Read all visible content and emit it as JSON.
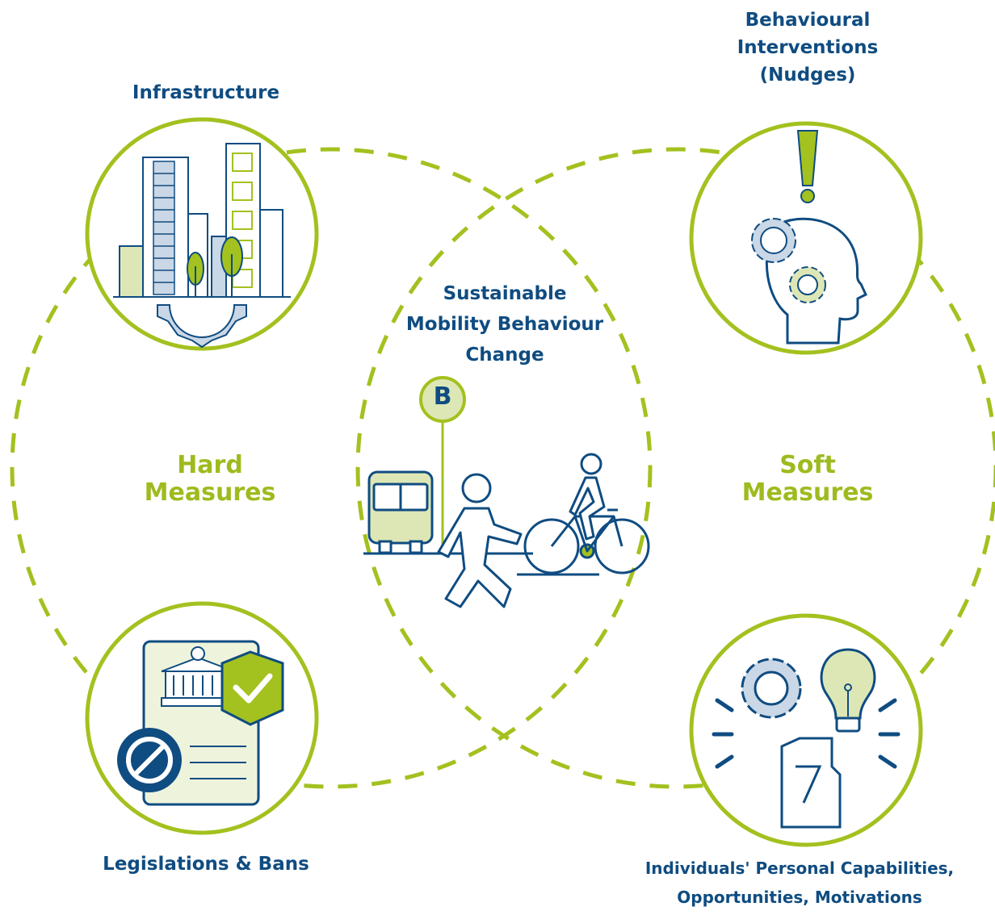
{
  "colors": {
    "accent_green": "#a3c11f",
    "navy": "#0f4c81",
    "light_green": "#dde7b6",
    "light_blue": "#c9d7e6"
  },
  "labels": {
    "infrastructure": "Infrastructure",
    "nudges_line1": "Behavioural",
    "nudges_line2": "Interventions",
    "nudges_line3": "(Nudges)",
    "center_line1": "Sustainable",
    "center_line2": "Mobility Behaviour",
    "center_line3": "Change",
    "hard_line1": "Hard",
    "hard_line2": "Measures",
    "soft_line1": "Soft",
    "soft_line2": "Measures",
    "legislation": "Legislations  & Bans",
    "individuals_line1": "Individuals' Personal Capabilities,",
    "individuals_line2": "Opportunities, Motivations",
    "bus_stop_letter": "B"
  },
  "icons": [
    "buildings-gear-icon",
    "head-gears-exclamation-icon",
    "document-parliament-ban-check-icon",
    "gear-lightbulb-hand-icon",
    "bus-stop-icon",
    "bus-icon",
    "pedestrian-icon",
    "cyclist-icon"
  ]
}
